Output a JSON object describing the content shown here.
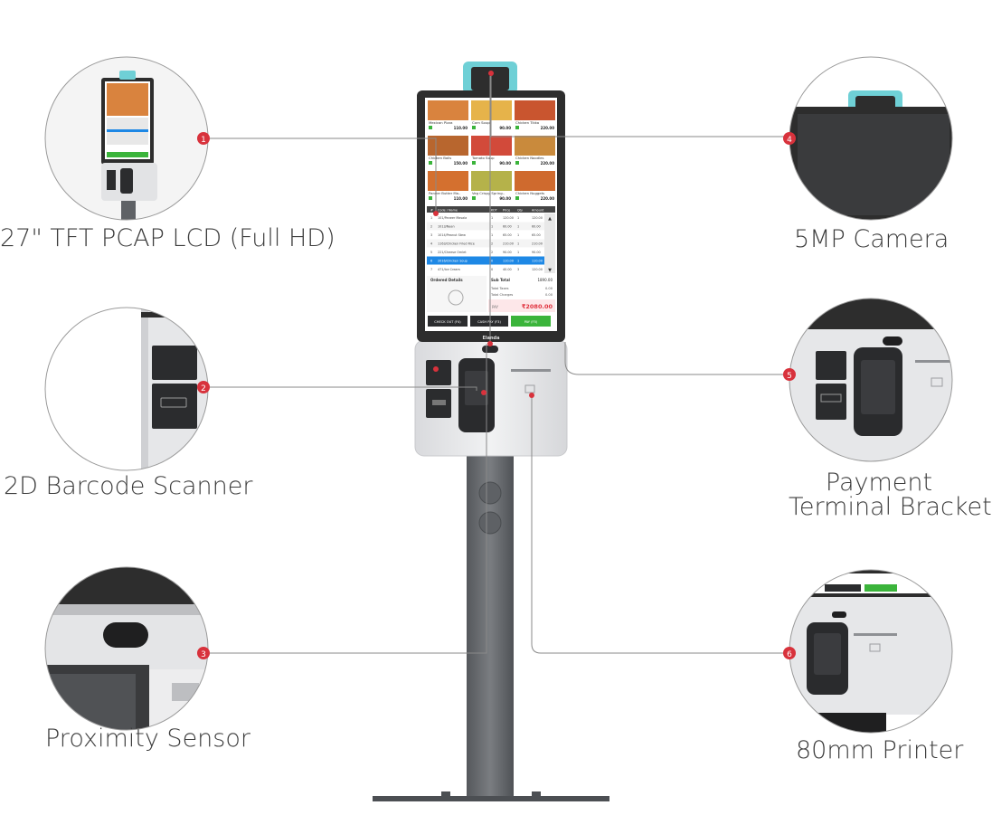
{
  "callouts": [
    {
      "num": "1",
      "label": "27\" TFT PCAP LCD (Full HD)"
    },
    {
      "num": "2",
      "label": "2D Barcode Scanner"
    },
    {
      "num": "3",
      "label": "Proximity Sensor"
    },
    {
      "num": "4",
      "label": "5MP Camera"
    },
    {
      "num": "5",
      "label_line1": "Payment",
      "label_line2": "Terminal Bracket"
    },
    {
      "num": "6",
      "label": "80mm Printer"
    }
  ],
  "screen": {
    "menu_items": [
      {
        "name": "Mexican Pizza",
        "price": "110.00"
      },
      {
        "name": "Corn Soup",
        "price": "90.00"
      },
      {
        "name": "Chicken Tikka",
        "price": "220.00"
      },
      {
        "name": "Chicken Balls",
        "price": "150.00"
      },
      {
        "name": "Tomato Soup",
        "price": "90.00"
      },
      {
        "name": "Chicken Noodles",
        "price": "220.00"
      },
      {
        "name": "Paneer Butter Ma..",
        "price": "110.00"
      },
      {
        "name": "Veg Crispy Spring..",
        "price": "90.00"
      },
      {
        "name": "Chicken Nuggets",
        "price": "220.00"
      }
    ],
    "table_headers": [
      "#",
      "Code / Name",
      "KOT",
      "Price",
      "Qty",
      "Amount"
    ],
    "rows": [
      [
        "1",
        "101/Paneer Masala",
        "1",
        "120.00",
        "1",
        "120.00"
      ],
      [
        "2",
        "1013/Naan",
        "1",
        "60.00",
        "1",
        "60.00"
      ],
      [
        "3",
        "1014/Peanut Stew",
        "1",
        "65.00",
        "1",
        "65.00"
      ],
      [
        "4",
        "1163/Chicken Fried Rice",
        "2",
        "210.00",
        "1",
        "210.00"
      ],
      [
        "5",
        "221/Cheese Omlet",
        "2",
        "90.00",
        "1",
        "90.00"
      ],
      [
        "6",
        "2016/Chicken Soup",
        "0",
        "110.00",
        "1",
        "110.00"
      ],
      [
        "7",
        "471/Ice Cream",
        "0",
        "40.00",
        "3",
        "120.00"
      ]
    ],
    "ordered_details": "Ordered Details",
    "sub_total_label": "Sub Total",
    "sub_total": "1890.00",
    "total_taxes_label": "Total Taxes",
    "total_taxes": "0.00",
    "total_charges_label": "Total Charges",
    "total_charges": "0.00",
    "pay_label": "PAY",
    "pay_amount": "₹2080.00",
    "btn_checkout": "CHECK OUT (F4)",
    "btn_cash": "CASH PAY (F3)",
    "btn_pay": "PAY (F5)",
    "brand": "Elanda"
  },
  "colors": {
    "callout_dot": "#d8323c",
    "leader_line": "#8a8a8a",
    "camera_accent": "#6fd0d6",
    "screen_bezel": "#2d2d2d",
    "kiosk_body": "#e6e7e9",
    "stand": "#6b6e72",
    "highlight_row": "#1e88e5",
    "pay_button": "#3bb43b",
    "pay_panel": "#fde7e9",
    "pay_text": "#e0323e"
  }
}
